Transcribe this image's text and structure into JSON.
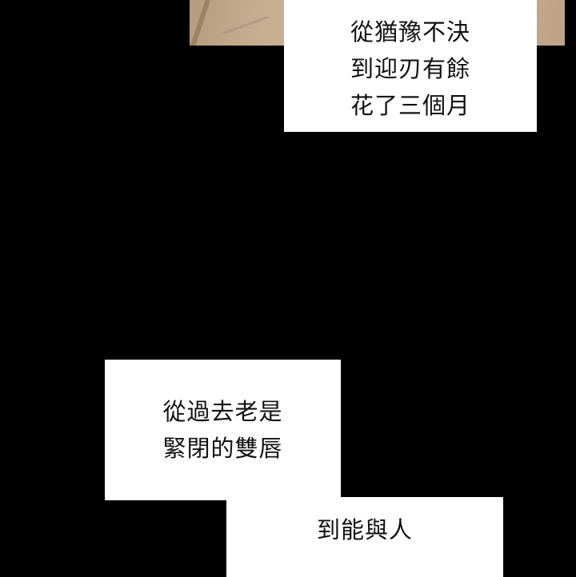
{
  "panels": {
    "top_image": {
      "description": "skin-tone close-up panel",
      "color": "#c8ae93"
    }
  },
  "captions": [
    {
      "lines": [
        "從猶豫不決",
        "到迎刃有餘",
        "花了三個月"
      ]
    },
    {
      "lines": [
        "從過去老是",
        "緊閉的雙唇"
      ]
    },
    {
      "lines": [
        "到能與人"
      ]
    }
  ],
  "colors": {
    "background": "#000000",
    "caption_bg": "#ffffff",
    "text": "#111111"
  }
}
